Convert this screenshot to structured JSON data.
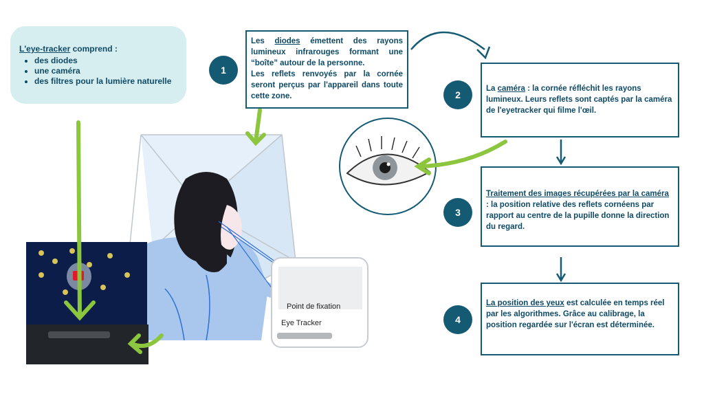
{
  "info": {
    "title": "L'eye-tracker",
    "title_suffix": " comprend :",
    "items": [
      "des diodes",
      "une caméra",
      "des filtres pour la lumière naturelle"
    ]
  },
  "step1": {
    "number": "1",
    "pre": "Les ",
    "keyword": "diodes",
    "text": " émettent des rayons lumineux infrarouges formant une “boîte” autour de la personne.",
    "text2": "Les reflets renvoyés par la cornée seront perçus par l'appareil dans toute cette zone."
  },
  "step2": {
    "number": "2",
    "keyword": "caméra",
    "pre": "La ",
    "text": " : la cornée réfléchit les rayons lumineux. Leurs reflets sont captés par la caméra de l'eyetracker qui filme l'œil."
  },
  "step3": {
    "number": "3",
    "keyword": "Traitement des images récupérées par la caméra",
    "text": " : la position relative des reflets cornéens par rapport au centre de la pupille donne la direction du regard."
  },
  "step4": {
    "number": "4",
    "keyword": "La position des yeux",
    "text": " est calculée en temps réel par les algorithmes. Grâce au calibrage, la position regardée sur l'écran est déterminée."
  },
  "illustration": {
    "fixation_label": "Point de fixation",
    "tracker_label": "Eye Tracker"
  },
  "colors": {
    "accent_green": "#8cc63f",
    "navy": "#155a73",
    "bubble_bg": "#d6eef0"
  }
}
